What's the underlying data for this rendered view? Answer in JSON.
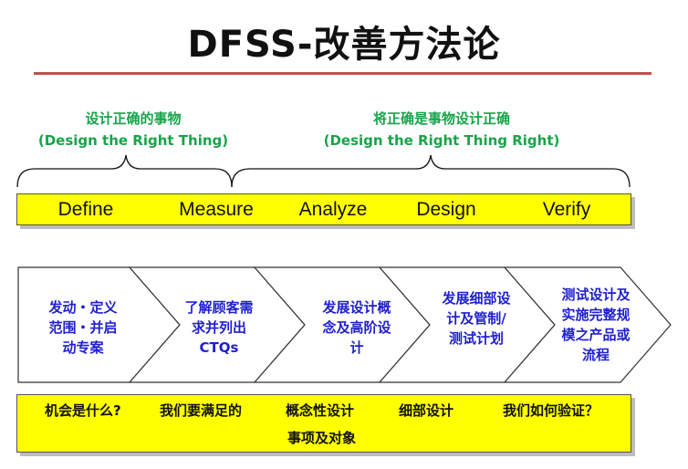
{
  "title": "DFSS-改善方法论",
  "colors": {
    "accent_rule": "#c0504d",
    "green_text": "#17a44a",
    "blue_text": "#1f1fd0",
    "bar_fill": "#ffff00"
  },
  "groups": {
    "left": {
      "line1": "设计正确的事物",
      "line2": "(Design the Right Thing)"
    },
    "right": {
      "line1": "将正确是事物设计正确",
      "line2": "(Design the Right Thing Right)"
    }
  },
  "phases": [
    "Define",
    "Measure",
    "Analyze",
    "Design",
    "Verify"
  ],
  "chevrons": [
    {
      "lines": [
        "发动・定义",
        "范围・并启",
        "动专案"
      ]
    },
    {
      "lines": [
        "了解顾客需",
        "求并列出",
        "CTQs"
      ]
    },
    {
      "lines": [
        "发展设计概",
        "念及高阶设",
        "计"
      ]
    },
    {
      "lines": [
        "发展细部设",
        "计及管制/",
        "测试计划"
      ]
    },
    {
      "lines": [
        "测试设计及",
        "实施完整规",
        "模之产品或",
        "流程"
      ]
    }
  ],
  "questions": {
    "q1": "机会是什么?",
    "q2": "我们要满足的",
    "q2b": "事项及对象",
    "q3": "概念性设计",
    "q4": "细部设计",
    "q5": "我们如何验证？"
  }
}
